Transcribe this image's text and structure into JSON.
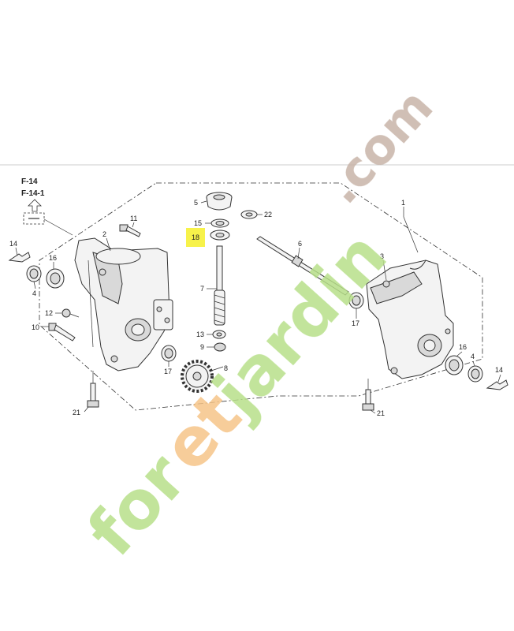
{
  "figure_refs": [
    "F-14",
    "F-14-1"
  ],
  "highlight_color": "#f7f24a",
  "watermark": {
    "text": "foretjardin.com",
    "color_main": "#b8e08a",
    "color_accent": "#f6c488",
    "color_domain": "#c8b4a8"
  },
  "callouts": {
    "c1": "1",
    "c2": "2",
    "c3": "3",
    "c4a": "4",
    "c4b": "4",
    "c5": "5",
    "c6": "6",
    "c7": "7",
    "c8": "8",
    "c9": "9",
    "c10": "10",
    "c11": "11",
    "c12": "12",
    "c13": "13",
    "c14a": "14",
    "c14b": "14",
    "c15": "15",
    "c16a": "16",
    "c16b": "16",
    "c17a": "17",
    "c17b": "17",
    "c18": "18",
    "c21a": "21",
    "c21b": "21",
    "c22": "22"
  }
}
